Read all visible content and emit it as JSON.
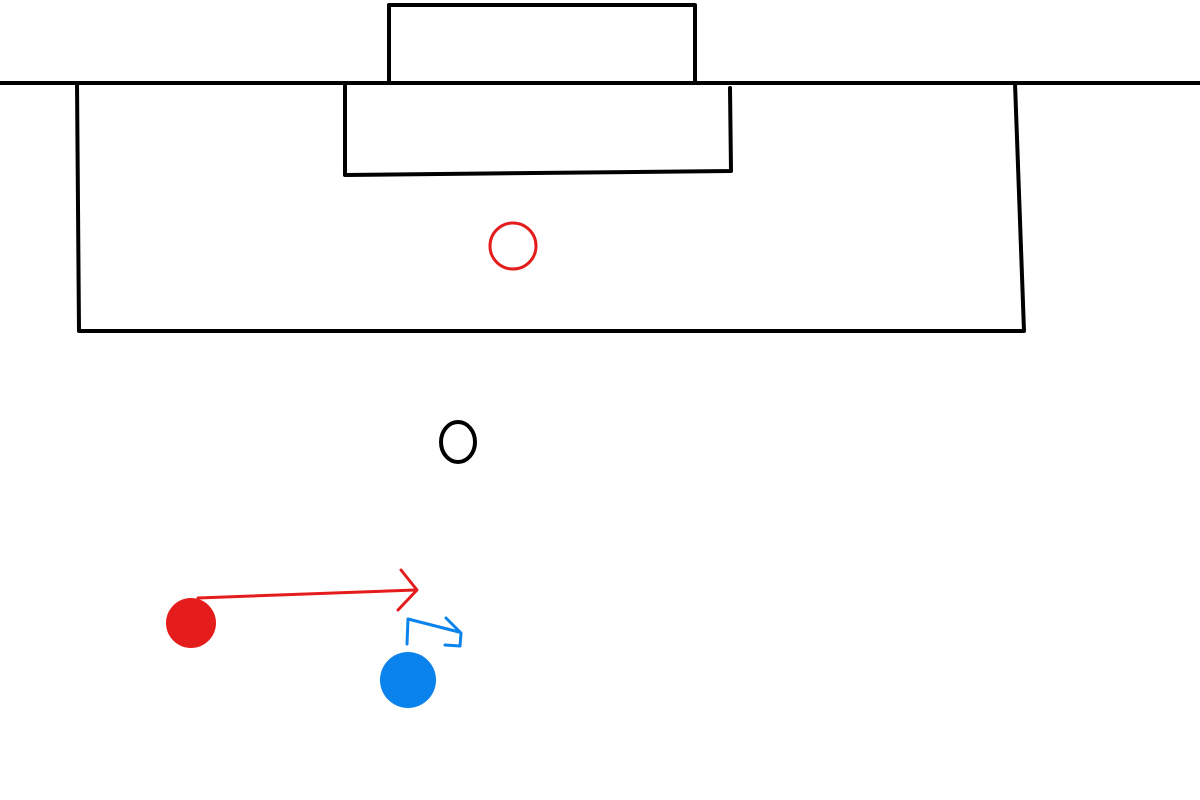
{
  "colors": {
    "background": "#ffffff",
    "line": "#000000",
    "red": "#e41c1c",
    "blue": "#0a84ec"
  },
  "elements": {
    "goal": {
      "kind": "rectangle-outline",
      "color": "line"
    },
    "goal_line": {
      "kind": "line",
      "color": "line"
    },
    "goal_area": {
      "kind": "rectangle-outline",
      "color": "line"
    },
    "penalty_area": {
      "kind": "rectangle-outline",
      "color": "line"
    },
    "penalty_spot_marker": {
      "kind": "circle-outline",
      "color": "red"
    },
    "ball": {
      "kind": "circle-outline",
      "color": "line"
    },
    "red_player": {
      "kind": "filled-dot",
      "color": "red"
    },
    "red_run_arrow": {
      "kind": "arrow",
      "color": "red"
    },
    "blue_player": {
      "kind": "filled-dot",
      "color": "blue"
    },
    "blue_run_arrow": {
      "kind": "arrow",
      "color": "blue"
    }
  }
}
